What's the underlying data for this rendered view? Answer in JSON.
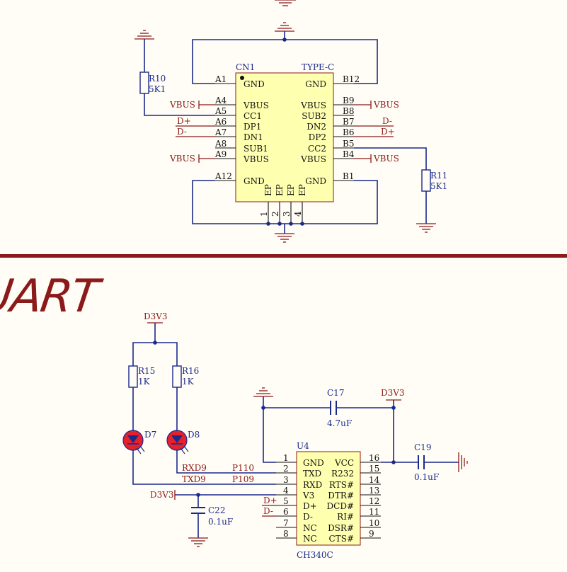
{
  "usb": {
    "connector": {
      "ref": "CN1",
      "type": "TYPE-C",
      "left_pins": [
        {
          "num": "A1",
          "name": "GND"
        },
        {
          "num": "A4",
          "name": "VBUS"
        },
        {
          "num": "A5",
          "name": "CC1"
        },
        {
          "num": "A6",
          "name": "DP1"
        },
        {
          "num": "A7",
          "name": "DN1"
        },
        {
          "num": "A8",
          "name": "SUB1"
        },
        {
          "num": "A9",
          "name": "VBUS"
        },
        {
          "num": "A12",
          "name": "GND"
        }
      ],
      "right_pins": [
        {
          "num": "B12",
          "name": "GND"
        },
        {
          "num": "B9",
          "name": "VBUS"
        },
        {
          "num": "B8",
          "name": "SUB2"
        },
        {
          "num": "B7",
          "name": "DN2"
        },
        {
          "num": "B6",
          "name": "DP2"
        },
        {
          "num": "B5",
          "name": "CC2"
        },
        {
          "num": "B4",
          "name": "VBUS"
        },
        {
          "num": "B1",
          "name": "GND"
        }
      ],
      "ep_name": "EP",
      "ep_pins": [
        "1",
        "2",
        "3",
        "4"
      ]
    },
    "r10": {
      "ref": "R10",
      "value": "5K1"
    },
    "r11": {
      "ref": "R11",
      "value": "5K1"
    },
    "nets": {
      "vbus": "VBUS",
      "dplus": "D+",
      "dminus": "D-"
    }
  },
  "uart": {
    "title": "UART",
    "power_net": "D3V3",
    "r15": {
      "ref": "R15",
      "value": "1K"
    },
    "r16": {
      "ref": "R16",
      "value": "1K"
    },
    "d7": {
      "ref": "D7"
    },
    "d8": {
      "ref": "D8"
    },
    "c17": {
      "ref": "C17",
      "value": "4.7uF"
    },
    "c19": {
      "ref": "C19",
      "value": "0.1uF"
    },
    "c22": {
      "ref": "C22",
      "value": "0.1uF"
    },
    "nets": {
      "rxd9": "RXD9",
      "txd9": "TXD9",
      "p110": "P110",
      "p109": "P109",
      "dplus": "D+",
      "dminus": "D-"
    },
    "chip": {
      "ref": "U4",
      "part": "CH340C",
      "left_pins": [
        {
          "num": "1",
          "name": "GND"
        },
        {
          "num": "2",
          "name": "TXD"
        },
        {
          "num": "3",
          "name": "RXD"
        },
        {
          "num": "4",
          "name": "V3"
        },
        {
          "num": "5",
          "name": "D+"
        },
        {
          "num": "6",
          "name": "D-"
        },
        {
          "num": "7",
          "name": "NC"
        },
        {
          "num": "8",
          "name": "NC"
        }
      ],
      "right_pins": [
        {
          "num": "16",
          "name": "VCC"
        },
        {
          "num": "15",
          "name": "R232"
        },
        {
          "num": "14",
          "name": "RTS#"
        },
        {
          "num": "13",
          "name": "DTR#"
        },
        {
          "num": "12",
          "name": "DCD#"
        },
        {
          "num": "11",
          "name": "RI#"
        },
        {
          "num": "10",
          "name": "DSR#"
        },
        {
          "num": "9",
          "name": "CTS#"
        }
      ]
    }
  },
  "colors": {
    "wire": "#1a2a8c",
    "power": "#8b1a1a",
    "chip_fill": "#ffffb0",
    "divider": "#8b1a1a"
  }
}
